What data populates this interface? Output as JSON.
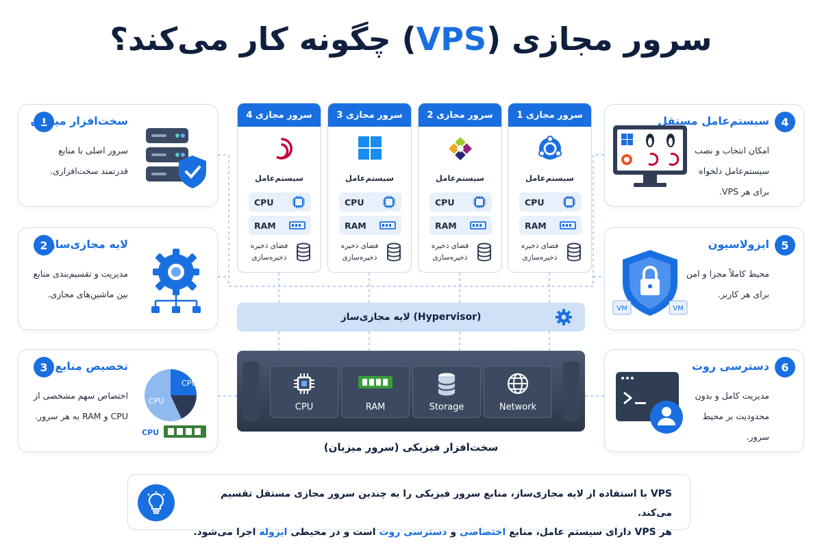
{
  "title": {
    "before": "سرور مجازی (",
    "highlight": "VPS",
    "after": ") چگونه کار می‌کند؟"
  },
  "colors": {
    "accent": "#1a6fe0",
    "dark": "#0f1f3d",
    "light": "#e8f0fc"
  },
  "left_cards": [
    {
      "num": "1",
      "title": "سخت‌افزار میزبان",
      "desc": "سرور اصلی با منابع قدرتمند سخت‌افزاری.",
      "icon": "server-shield-icon"
    },
    {
      "num": "2",
      "title": "لایه مجازی‌ساز",
      "desc": "مدیریت و تقسیم‌بندی منابع بین ماشین‌های مجازی.",
      "icon": "gear-network-icon"
    },
    {
      "num": "3",
      "title": "تخصیص منابع",
      "desc": "اختصاص سهم مشخصی از CPU و RAM به هر سرور.",
      "icon": "pie-chart-icon",
      "pie_label_1": "CPU",
      "pie_label_2": "CPU",
      "ram_label": "CPU"
    }
  ],
  "right_cards": [
    {
      "num": "4",
      "title": "سیستم‌عامل مستقل",
      "desc": "امکان انتخاب و نصب سیستم‌عامل دلخواه برای هر VPS.",
      "icon": "monitor-os-icon"
    },
    {
      "num": "5",
      "title": "ایزولاسیون",
      "desc": "محیط کاملاً مجزا و امن برای هر کاربر.",
      "icon": "lock-shield-icon",
      "vm_label": "VM"
    },
    {
      "num": "6",
      "title": "دسترسی روت",
      "desc": "مدیریت کامل و بدون محدودیت بر محیط سرور.",
      "icon": "terminal-user-icon"
    }
  ],
  "vms": [
    {
      "header": "سرور مجازی 4",
      "os_icon": "debian-icon",
      "os_label": "سیستم‌عامل",
      "cpu": "CPU",
      "ram": "RAM",
      "storage": "فضای ذخیره‌ ذخیره‌سازی"
    },
    {
      "header": "سرور مجازی 3",
      "os_icon": "windows-icon",
      "os_label": "سیستم‌عامل",
      "cpu": "CPU",
      "ram": "RAM",
      "storage": "فضای ذخیره‌ ذخیره‌سازی"
    },
    {
      "header": "سرور مجازی 2",
      "os_icon": "centos-icon",
      "os_label": "سیستم‌عامل",
      "cpu": "CPU",
      "ram": "RAM",
      "storage": "فضای ذخیره‌ ذخیره‌سازی"
    },
    {
      "header": "سرور مجازی 1",
      "os_icon": "ubuntu-icon",
      "os_label": "سیستم‌عامل",
      "cpu": "CPU",
      "ram": "RAM",
      "storage": "فضای ذخیره‌ ذخیره‌سازی"
    }
  ],
  "hypervisor": {
    "label": "لایه مجازی‌ساز (Hypervisor)"
  },
  "hardware": {
    "slots": [
      "CPU",
      "RAM",
      "Storage",
      "Network"
    ],
    "caption": "سخت‌افزار فیزیکی (سرور میزبان)"
  },
  "summary": {
    "line1": "VPS با استفاده از لایه مجازی‌ساز، منابع سرور فیزیکی را به چندین سرور مجازی مستقل تقسیم می‌کند.",
    "line2_a": "هر VPS دارای سیستم عامل، منابع ",
    "line2_hl1": "اختصاصی",
    "line2_b": " و ",
    "line2_hl2": "دسترسی روت",
    "line2_c": " است و در محیطی ",
    "line2_hl3": "ایزوله",
    "line2_d": " اجرا می‌شود."
  }
}
